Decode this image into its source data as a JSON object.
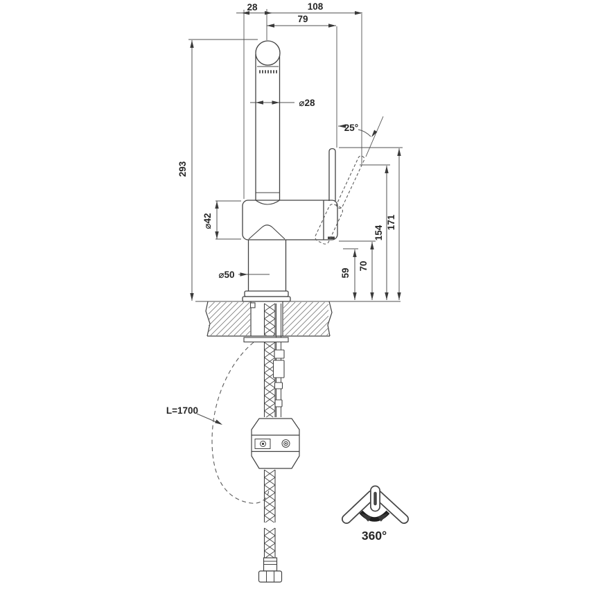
{
  "drawing": {
    "dim_28": "28",
    "dim_108": "108",
    "dim_79": "79",
    "dia_spout": "⌀28",
    "angle": "25°",
    "dim_293": "293",
    "dia_body": "⌀42",
    "dia_base": "⌀50",
    "dim_171": "171",
    "dim_154": "154",
    "dim_70": "70",
    "dim_59": "59",
    "hose_length": "L=1700",
    "rotation": "360°"
  }
}
